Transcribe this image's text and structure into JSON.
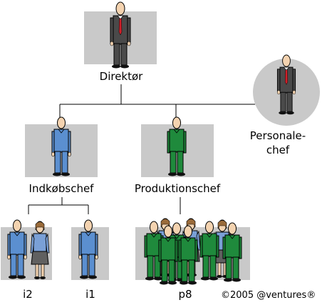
{
  "org": {
    "director": "Direktør",
    "personnel_line1": "Personale-",
    "personnel_line2": "chef",
    "purchasing": "Indkøbschef",
    "production": "Produktionschef",
    "group_i2": "i2",
    "group_i1": "i1",
    "group_p8": "p8"
  },
  "copyright": "©2005 @ventures®",
  "colors": {
    "box": "#c9c9c9",
    "line": "#000000",
    "suit_dark": "#4a4a4a",
    "tie": "#d0202a",
    "blue_shirt": "#5b8fd0",
    "green_suit": "#1f8a3c",
    "skin": "#f4d3b0",
    "skirt": "#606060"
  }
}
